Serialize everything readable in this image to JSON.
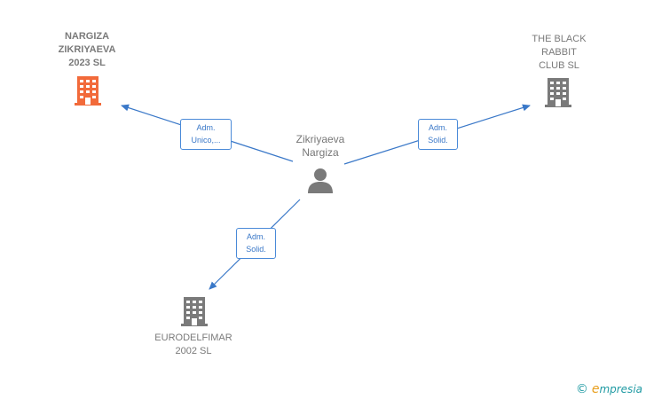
{
  "colors": {
    "accent_node": "#f26a3a",
    "node": "#7a7a7a",
    "edge": "#3a78c8",
    "brand": "#1f9aa3"
  },
  "person": {
    "name": "Zikriyaeva\nNargiza",
    "icon": "person-icon"
  },
  "companies": [
    {
      "id": "nargiza",
      "name": "NARGIZA\nZIKRIYAEVA\n2023  SL",
      "icon": "building-icon",
      "highlight": true
    },
    {
      "id": "black-rabbit",
      "name": "THE BLACK\nRABBIT\nCLUB  SL",
      "icon": "building-icon",
      "highlight": false
    },
    {
      "id": "eurodelfimar",
      "name": "EURODELFIMAR\n2002  SL",
      "icon": "building-icon",
      "highlight": false
    }
  ],
  "relations": [
    {
      "to": "nargiza",
      "label": "Adm.\nUnico,..."
    },
    {
      "to": "black-rabbit",
      "label": "Adm.\nSolid."
    },
    {
      "to": "eurodelfimar",
      "label": "Adm.\nSolid."
    }
  ],
  "footer": {
    "copyright": "©",
    "brand_first": "e",
    "brand_rest": "mpresia"
  }
}
